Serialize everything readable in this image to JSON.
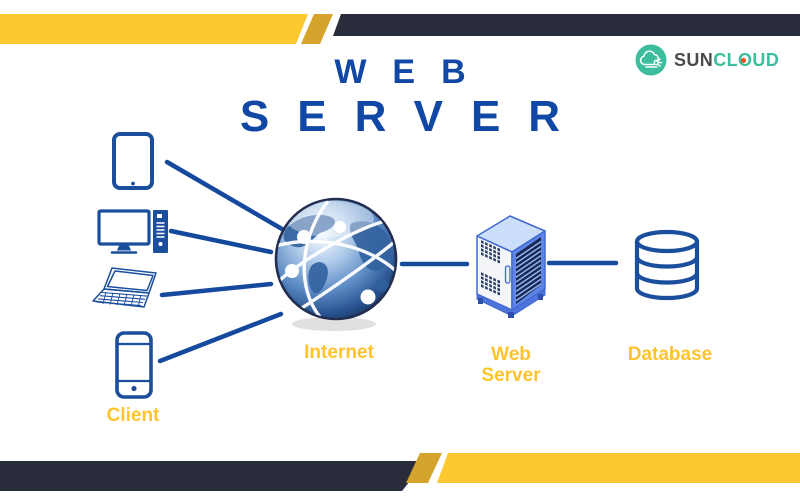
{
  "title": {
    "line1": "WEB",
    "line2": "SERVER"
  },
  "logo": {
    "sun": "SUN",
    "cloud": "CLOUD"
  },
  "labels": {
    "client": "Client",
    "internet": "Internet",
    "web_server_line1": "Web",
    "web_server_line2": "Server",
    "database": "Database"
  },
  "diagram": {
    "nodes": [
      "Client",
      "Internet",
      "Web Server",
      "Database"
    ],
    "client_devices": [
      "tablet",
      "desktop-computer",
      "laptop",
      "smartphone"
    ],
    "connections": [
      [
        "tablet",
        "Internet"
      ],
      [
        "desktop-computer",
        "Internet"
      ],
      [
        "laptop",
        "Internet"
      ],
      [
        "smartphone",
        "Internet"
      ],
      [
        "Internet",
        "Web Server"
      ],
      [
        "Web Server",
        "Database"
      ]
    ]
  },
  "colors": {
    "title_blue": "#1148A5",
    "label_gold": "#FFC32B",
    "band_yellow": "#FEC82F",
    "band_gold": "#D5A42C",
    "band_navy": "#292C3A",
    "icon_blue": "#1B4F9E",
    "line_blue": "#15499E",
    "logo_green": "#3CBD9D",
    "logo_text_dark": "#4B4B4B",
    "logo_dot_orange": "#E8511C"
  }
}
